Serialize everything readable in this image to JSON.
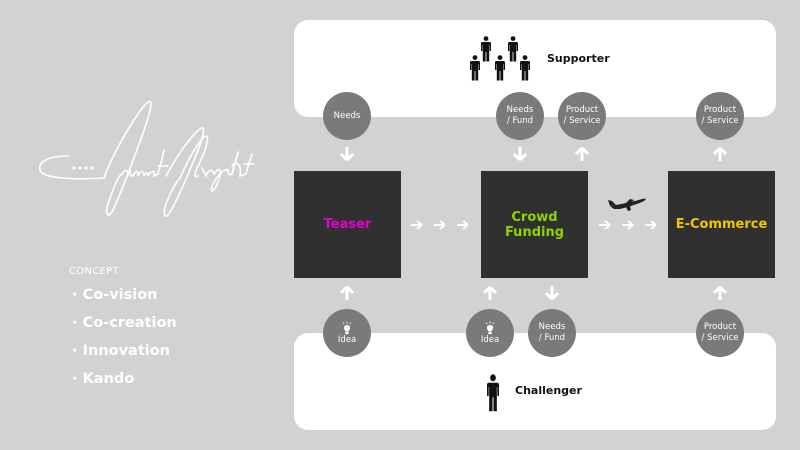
{
  "logo": {
    "text": "first flight"
  },
  "concept": {
    "title": "CONCEPT",
    "bullet": "·",
    "items": [
      "Co-vision",
      "Co-creation",
      "Innovation",
      "Kando"
    ]
  },
  "actors": {
    "supporter": {
      "label": "Supporter",
      "icon": "group-of-people-icon"
    },
    "challenger": {
      "label": "Challenger",
      "icon": "person-icon"
    }
  },
  "stages": [
    {
      "label": "Teaser",
      "color": "#e600d2"
    },
    {
      "label_line1": "Crowd",
      "label_line2": "Funding",
      "color": "#8fd400"
    },
    {
      "label": "E-Commerce",
      "color": "#f5c400"
    }
  ],
  "flows": {
    "supporter_to_teaser": {
      "line1": "Needs"
    },
    "supporter_to_crowdfunding": {
      "line1": "Needs",
      "line2": "/ Fund"
    },
    "crowdfunding_to_supporter": {
      "line1": "Product",
      "line2": "/ Service"
    },
    "ecommerce_to_supporter": {
      "line1": "Product",
      "line2": "/ Service"
    },
    "challenger_to_teaser": {
      "line1": "Idea",
      "icon": "lightbulb-icon"
    },
    "challenger_to_crowdfunding": {
      "line1": "Idea",
      "icon": "lightbulb-icon"
    },
    "crowdfunding_to_challenger": {
      "line1": "Needs",
      "line2": "/ Fund"
    },
    "challenger_to_ecommerce": {
      "line1": "Product",
      "line2": "/ Service"
    }
  },
  "colors": {
    "background": "#d2d2d2",
    "panel": "#ffffff",
    "stage_box": "#303030",
    "flow_circle": "#7a7a7a"
  }
}
